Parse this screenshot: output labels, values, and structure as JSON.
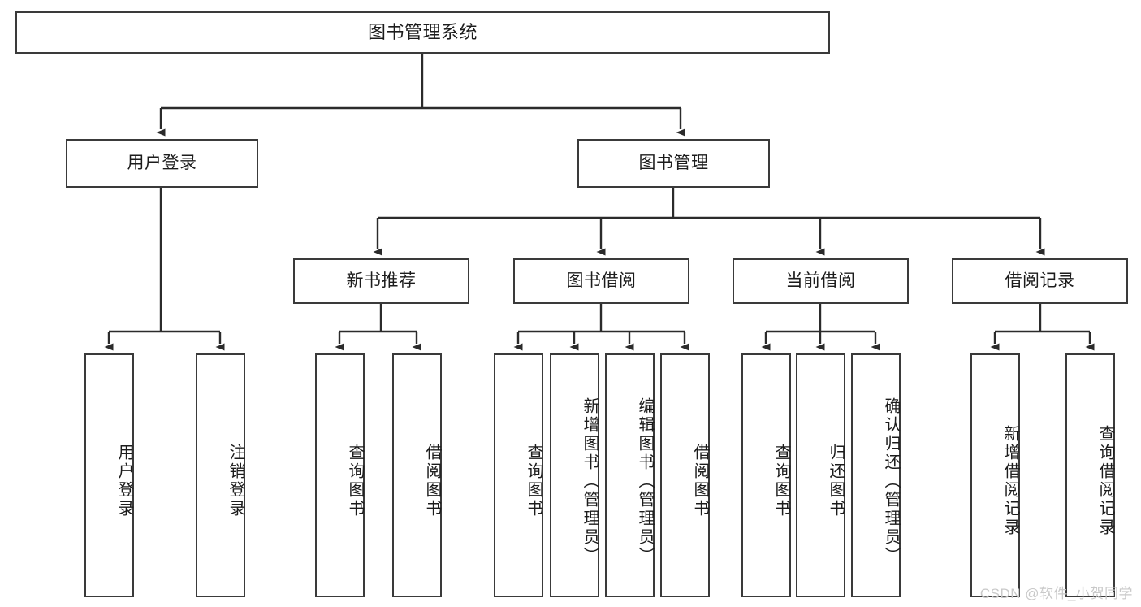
{
  "diagram": {
    "title": "图书管理系统",
    "type": "tree-hierarchy-diagram",
    "root": {
      "label": "图书管理系统"
    },
    "level1": [
      {
        "label": "用户登录"
      },
      {
        "label": "图书管理"
      }
    ],
    "level2": [
      {
        "label": "新书推荐"
      },
      {
        "label": "图书借阅"
      },
      {
        "label": "当前借阅"
      },
      {
        "label": "借阅记录"
      }
    ],
    "leaves": {
      "user_login": [
        {
          "label": "用户登录"
        },
        {
          "label": "注销登录"
        }
      ],
      "new_book_recommend": [
        {
          "label": "查询图书"
        },
        {
          "label": "借阅图书"
        }
      ],
      "book_borrow": [
        {
          "label": "查询图书"
        },
        {
          "label": "新增图书（管理员）"
        },
        {
          "label": "编辑图书（管理员）"
        },
        {
          "label": "借阅图书"
        }
      ],
      "current_borrow": [
        {
          "label": "查询图书"
        },
        {
          "label": "归还图书"
        },
        {
          "label": "确认归还（管理员）"
        }
      ],
      "borrow_record": [
        {
          "label": "新增借阅记录"
        },
        {
          "label": "查询借阅记录"
        }
      ]
    }
  },
  "watermark": {
    "text": "CSDN @软件_小贺同学"
  },
  "colors": {
    "border": "#3a3a3a",
    "text": "#1c1c1c",
    "background": "#ffffff",
    "watermark": "#c9c9c9"
  }
}
